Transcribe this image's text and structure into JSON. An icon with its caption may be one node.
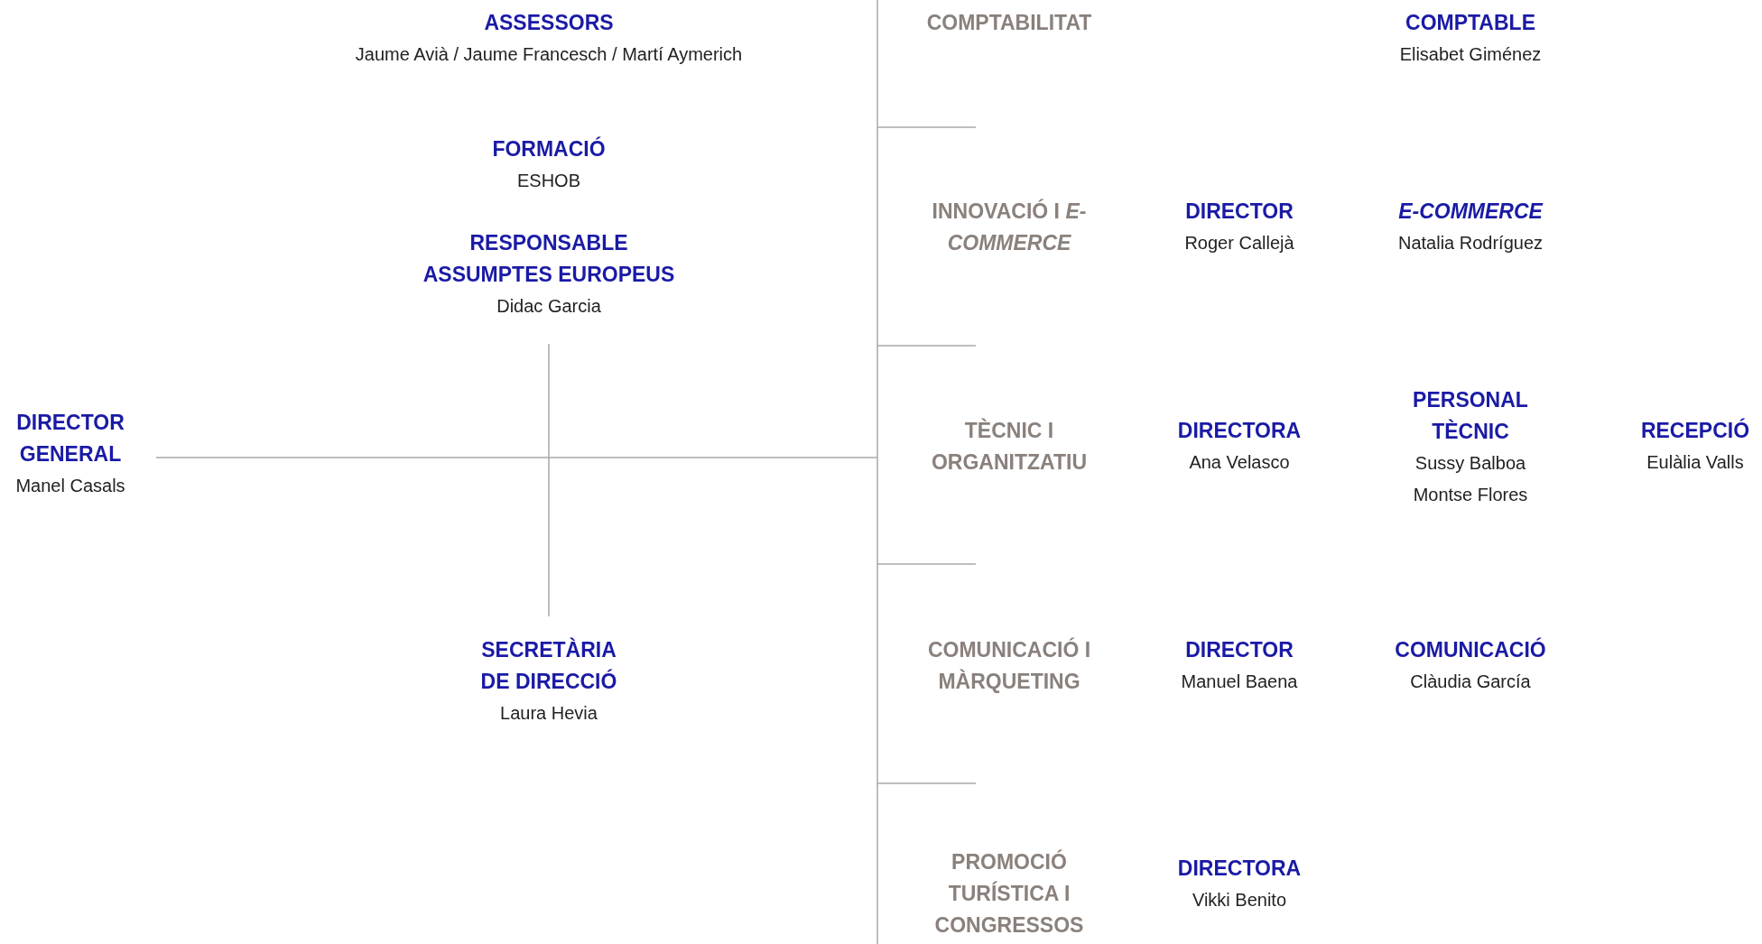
{
  "diagram": {
    "nodes": [
      {
        "text": [
          "ASSESSORS",
          "Jaume Avià / Jaume Francesch / Martí Aymerich"
        ]
      },
      {
        "text": [
          "FORMACIÓ",
          "ESHOB"
        ]
      },
      {
        "text": [
          "RESPONSABLE ASSUMPTES EUROPEUS",
          "Didac Garcia"
        ]
      },
      {
        "text": [
          "DIRECTOR GENERAL",
          "Manel Casals"
        ]
      },
      {
        "text": [
          "SECRETÀRIA DE DIRECCIÓ",
          "Laura Hevia"
        ]
      },
      {
        "text": [
          "COMPTABILITAT"
        ]
      },
      {
        "text": [
          "COMPTABLE",
          "Elisabet Giménez"
        ]
      },
      {
        "text": [
          "INNOVACIÓ I *E-COMMERCE*"
        ]
      },
      {
        "text": [
          "DIRECTOR",
          "Roger Callejà"
        ]
      },
      {
        "text": [
          "E-COMMERCE",
          "Natalia Rodríguez"
        ]
      },
      {
        "text": [
          "TÈCNIC I ORGANITZATIU"
        ]
      },
      {
        "text": [
          "DIRECTORA",
          "Ana Velasco"
        ]
      },
      {
        "text": [
          "PERSONAL TÈCNIC",
          "Sussy Balboa",
          "Montse Flores"
        ]
      },
      {
        "text": [
          "RECEPCIÓ",
          "Eulàlia Valls"
        ]
      },
      {
        "text": [
          "COMUNICACIÓ I MÀRQUETING"
        ]
      },
      {
        "text": [
          "DIRECTOR",
          "Manuel Baena"
        ]
      },
      {
        "text": [
          "COMUNICACIÓ",
          "Clàudia García"
        ]
      },
      {
        "text": [
          "PROMOCIÓ TURÍSTICA I CONGRESSOS"
        ]
      },
      {
        "text": [
          "DIRECTORA",
          "Vikki Benito"
        ]
      }
    ],
    "edges": [
      {
        "from": 3,
        "to": null,
        "arrow": "none"
      },
      {
        "from": 2,
        "to": 4,
        "arrow": "none"
      }
    ]
  }
}
